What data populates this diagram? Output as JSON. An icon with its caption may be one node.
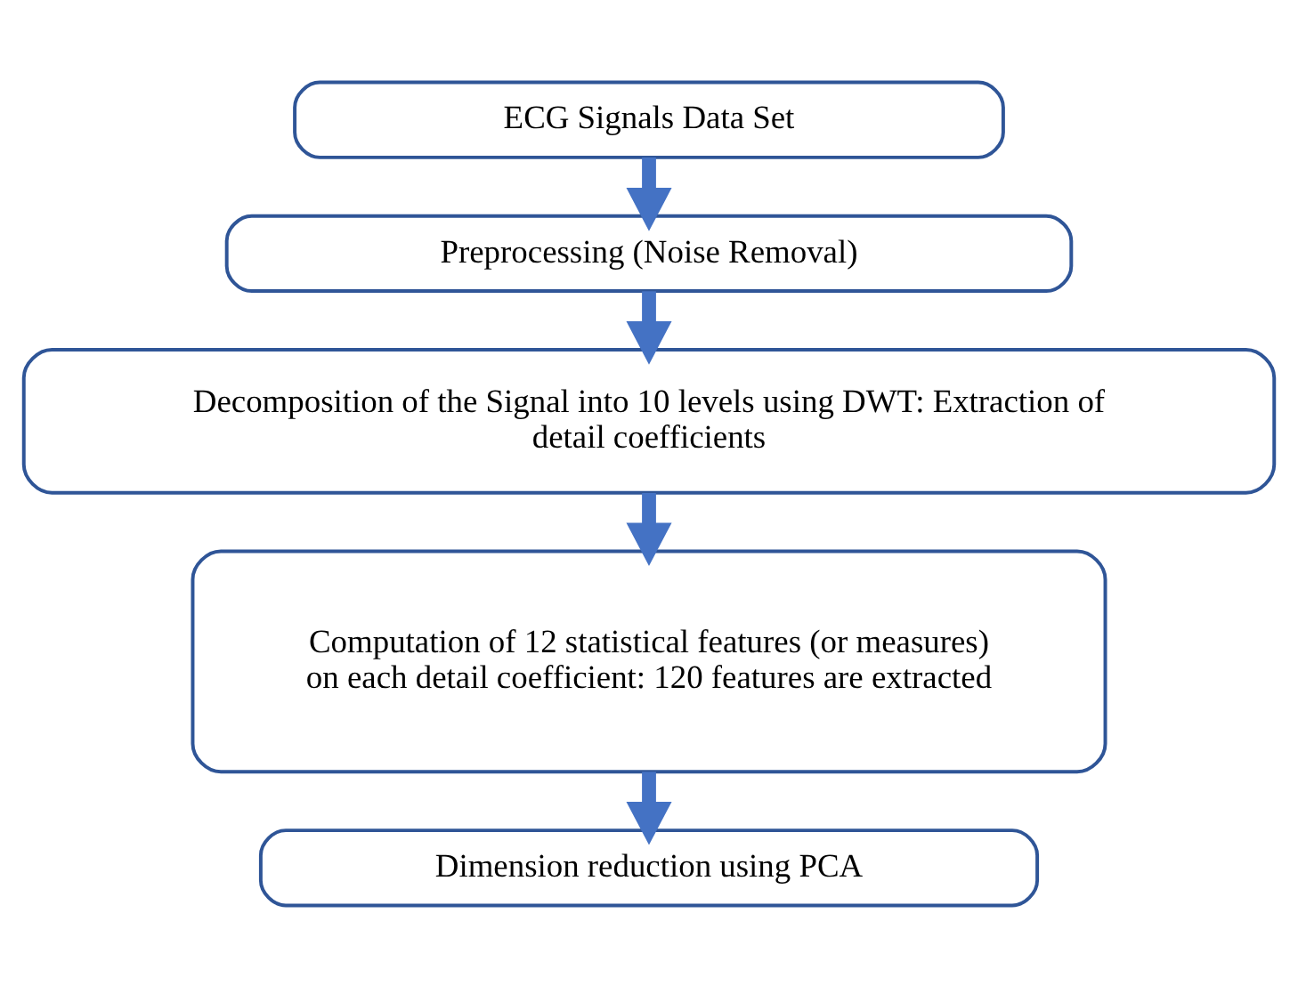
{
  "diagram": {
    "nodes": [
      {
        "text": [
          "ECG Signals Data Set"
        ]
      },
      {
        "text": [
          "Preprocessing (Noise Removal)"
        ]
      },
      {
        "text": [
          "Decomposition of the Signal into 10 levels using DWT: Extraction of detail coefficients"
        ]
      },
      {
        "text": [
          "Computation of 12 statistical features (or measures) on each detail coefficient: 120 features are extracted"
        ]
      },
      {
        "text": [
          "Dimension reduction using PCA"
        ]
      }
    ],
    "edges": [
      {
        "from": 0,
        "to": 1,
        "arrow": "to"
      },
      {
        "from": 1,
        "to": 2,
        "arrow": "to"
      },
      {
        "from": 2,
        "to": 3,
        "arrow": "to"
      },
      {
        "from": 3,
        "to": 4,
        "arrow": "to"
      }
    ]
  }
}
